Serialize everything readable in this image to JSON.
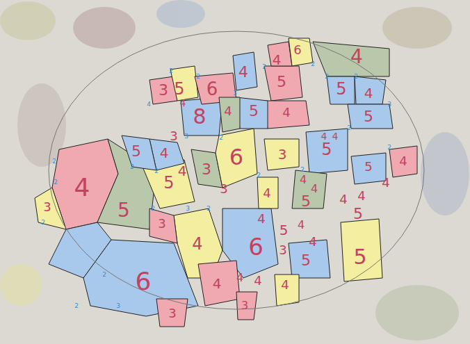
{
  "diagram": {
    "labels": [
      "4",
      "6",
      "4",
      "5",
      "3",
      "4",
      "6",
      "5",
      "5",
      "4",
      "4",
      "8",
      "4",
      "5",
      "4",
      "5",
      "5",
      "4",
      "3",
      "4",
      "3",
      "6",
      "3",
      "5",
      "4",
      "4",
      "5",
      "4",
      "5",
      "3",
      "4",
      "5",
      "3",
      "4",
      "4",
      "5",
      "4",
      "4",
      "4",
      "4",
      "5",
      "3",
      "4",
      "6",
      "4",
      "5",
      "4",
      "3",
      "4",
      "5",
      "5",
      "4",
      "6",
      "4",
      "4",
      "4",
      "3",
      "3",
      "2",
      "2",
      "2",
      "2",
      "3",
      "2",
      "2",
      "3",
      "2",
      "2",
      "2",
      "3",
      "2",
      "2",
      "2",
      "2",
      "3",
      "2",
      "2",
      "2",
      "2",
      "3",
      "2",
      "2",
      "4",
      "2"
    ]
  }
}
